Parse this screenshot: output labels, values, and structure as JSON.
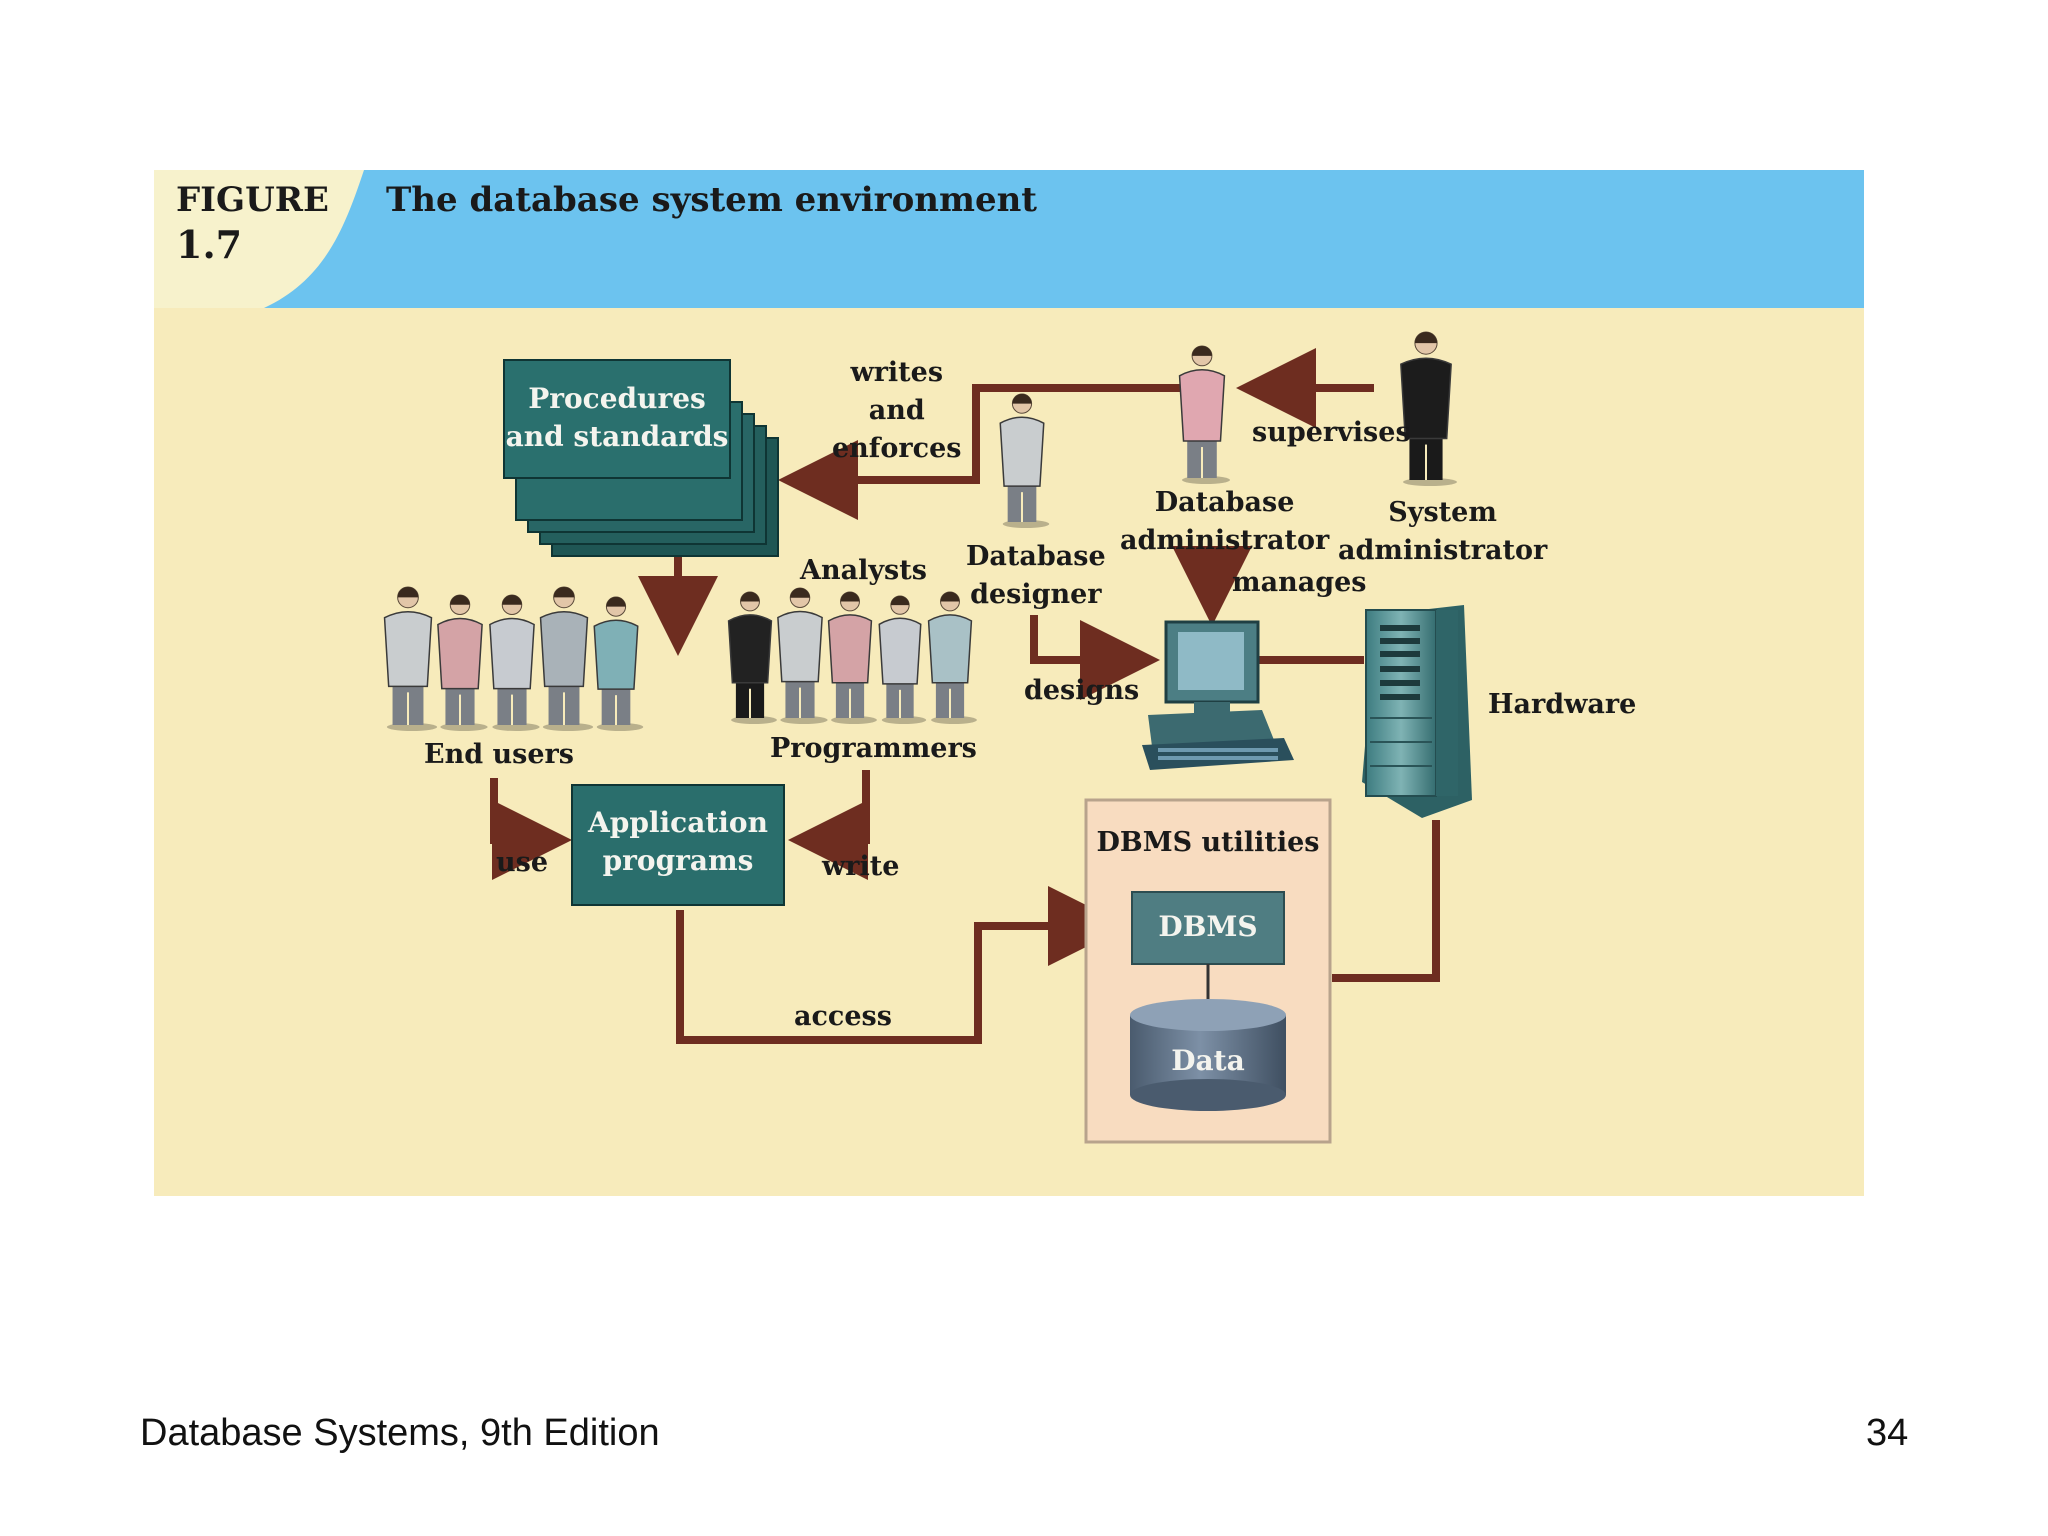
{
  "figure": {
    "label": "FIGURE",
    "number": "1.7",
    "title": "The database system environment"
  },
  "nodes": {
    "procedures": "Procedures\nand standards",
    "application_programs": "Application\nprograms",
    "dbms_utilities": "DBMS utilities",
    "dbms": "DBMS",
    "data": "Data",
    "hardware": "Hardware"
  },
  "actors": {
    "end_users": "End users",
    "analysts": "Analysts",
    "programmers": "Programmers",
    "database_designer": "Database\ndesigner",
    "database_administrator": "Database\nadministrator",
    "system_administrator": "System\nadministrator"
  },
  "edges": {
    "writes_and_enforces": "writes\nand\nenforces",
    "supervises": "supervises",
    "manages": "manages",
    "designs": "designs",
    "use": "use",
    "write": "write",
    "access": "access"
  },
  "colors": {
    "header_band": "#6cc3ef",
    "figure_tab": "#f7f2cc",
    "background": "#f7ebbb",
    "box_teal": "#2a6e6c",
    "arrow": "#6e2d20",
    "dbms_panel": "#f8dcc0",
    "dbms_box": "#4f7d82",
    "data_cylinder": "#5d6f84"
  },
  "footer": {
    "book": "Database Systems, 9th Edition",
    "page": "34"
  }
}
